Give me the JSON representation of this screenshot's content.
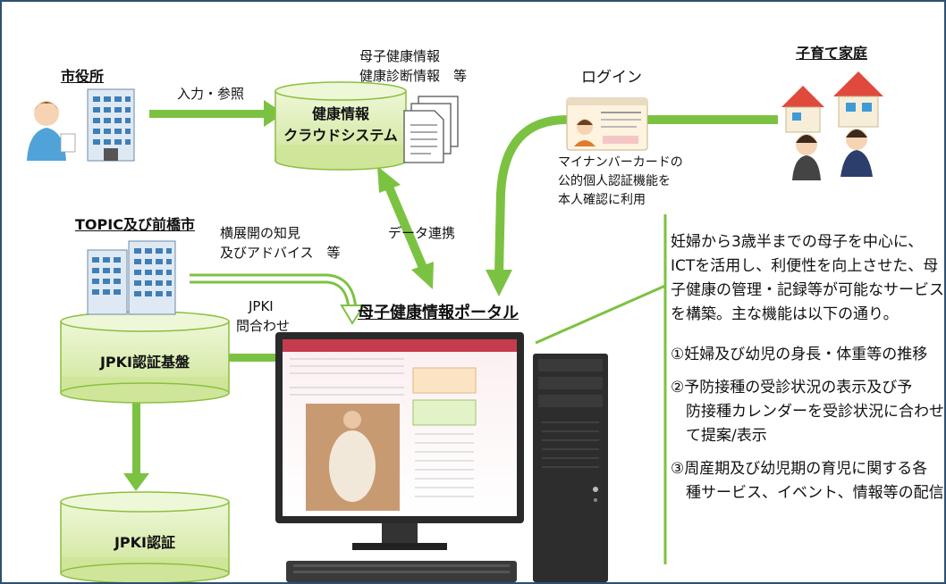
{
  "labels": {
    "city_hall": "市役所",
    "input_ref": "入力・参照",
    "mch_info_line1": "母子健康情報",
    "mch_info_line2": "健康診断情報　等",
    "cloud_line1": "健康情報",
    "cloud_line2": "クラウドシステム",
    "login": "ログイン",
    "family": "子育て家庭",
    "mynumber_line1": "マイナンバーカードの",
    "mynumber_line2": "公的個人認証機能を",
    "mynumber_line3": "本人確認に利用",
    "topic": "TOPIC及び前橋市",
    "advice_line1": "横展開の知見",
    "advice_line2": "及びアドバイス　等",
    "data_link": "データ連携",
    "portal": "母子健康情報ポータル",
    "jpki_query_line1": "JPKI",
    "jpki_query_line2": "問合わせ",
    "jpki_base": "JPKI認証基盤",
    "jpki_auth": "JPKI認証"
  },
  "description": {
    "lines": [
      "妊婦から3歳半までの母子を中心に、",
      "ICTを活用し、利便性を向上させた、母",
      "子健康の管理・記録等が可能なサービス",
      "を構築。主な機能は以下の通り。"
    ],
    "items": [
      [
        "①妊婦及び幼児の身長・体重等の推移"
      ],
      [
        "②予防接種の受診状況の表示及び予",
        "　防接種カレンダーを受診状況に合わせ",
        "　て提案/表示"
      ],
      [
        "③周産期及び幼児期の育児に関する各",
        "　種サービス、イベント、情報等の配信"
      ]
    ]
  },
  "colors": {
    "arrow_green": "#7cc242",
    "cylinder_fill": "#d8ecaa",
    "cylinder_stroke": "#8cbf3e",
    "frame": "#2f4f73"
  }
}
